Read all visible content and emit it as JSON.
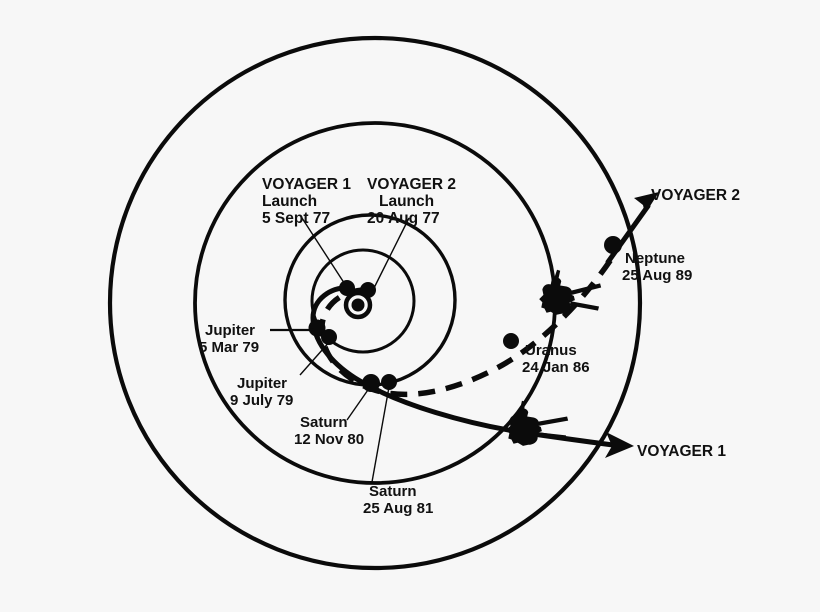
{
  "figure": {
    "title": "Voyager 1 and Voyager 2 interplanetary trajectories",
    "background_color": "#f7f7f7",
    "ink_color": "#0b0b0b"
  },
  "chart_data": {
    "type": "scatter",
    "title": "Voyager 1 and Voyager 2 interplanetary trajectories",
    "xlabel": "",
    "ylabel": "",
    "grid": false,
    "legend_position": "inline-annotations",
    "coordinate_system": "heliocentric ecliptic plane, schematic",
    "center_body": "Sun",
    "orbits": [
      {
        "name": "inner-orbit-jupiter-region",
        "radius_px": 52
      },
      {
        "name": "orbit-3",
        "radius_px": 85
      },
      {
        "name": "orbit-2",
        "radius_px": 180
      },
      {
        "name": "orbit-1-outer",
        "radius_px": 265
      }
    ],
    "series": [
      {
        "name": "VOYAGER 1",
        "line_style": "solid",
        "events": [
          {
            "label": "VOYAGER 1 Launch",
            "date": "5 Sept 77",
            "body": "Earth"
          },
          {
            "label": "Jupiter",
            "date": "5 Mar 79",
            "body": "Jupiter"
          },
          {
            "label": "Saturn",
            "date": "12 Nov 80",
            "body": "Saturn"
          }
        ]
      },
      {
        "name": "VOYAGER 2",
        "line_style": "dashed",
        "events": [
          {
            "label": "VOYAGER 2 Launch",
            "date": "20 Aug 77",
            "body": "Earth"
          },
          {
            "label": "Jupiter",
            "date": "9 July 79",
            "body": "Jupiter"
          },
          {
            "label": "Saturn",
            "date": "25 Aug 81",
            "body": "Saturn"
          },
          {
            "label": "Uranus",
            "date": "24 Jan 86",
            "body": "Uranus"
          },
          {
            "label": "Neptune",
            "date": "25 Aug 89",
            "body": "Neptune"
          }
        ]
      }
    ]
  },
  "labels": {
    "voyager1_launch": {
      "line1": "VOYAGER 1",
      "line2": "Launch",
      "line3": "5 Sept 77"
    },
    "voyager2_launch": {
      "line1": "VOYAGER 2",
      "line2": "Launch",
      "line3": "20 Aug 77"
    },
    "jupiter_v1": {
      "line1": "Jupiter",
      "line2": "5 Mar 79"
    },
    "jupiter_v2": {
      "line1": "Jupiter",
      "line2": "9 July 79"
    },
    "saturn_v1": {
      "line1": "Saturn",
      "line2": "12 Nov 80"
    },
    "saturn_v2": {
      "line1": "Saturn",
      "line2": "25 Aug 81"
    },
    "uranus_v2": {
      "line1": "Uranus",
      "line2": "24 Jan 86"
    },
    "neptune_v2": {
      "line1": "Neptune",
      "line2": "25 Aug 89"
    },
    "voyager1_arrow": "VOYAGER 1",
    "voyager2_arrow": "VOYAGER 2"
  },
  "icons": {
    "sun": "sun-icon",
    "spacecraft": "spacecraft-icon",
    "arrow": "arrow-head-icon",
    "node": "event-node-icon"
  }
}
